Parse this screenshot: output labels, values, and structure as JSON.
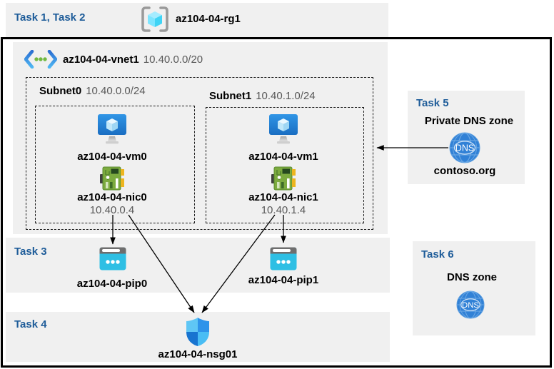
{
  "header": {
    "tasks_label": "Task 1, Task 2",
    "resource_group": "az104-04-rg1"
  },
  "vnet": {
    "name": "az104-04-vnet1",
    "cidr": "10.40.0.0/20",
    "subnets": [
      {
        "name": "Subnet0",
        "cidr": "10.40.0.0/24",
        "vm": "az104-04-vm0",
        "nic": "az104-04-nic0",
        "ip": "10.40.0.4"
      },
      {
        "name": "Subnet1",
        "cidr": "10.40.1.0/24",
        "vm": "az104-04-vm1",
        "nic": "az104-04-nic1",
        "ip": "10.40.1.4"
      }
    ]
  },
  "task3": {
    "label": "Task 3",
    "pips": [
      {
        "name": "az104-04-pip0"
      },
      {
        "name": "az104-04-pip1"
      }
    ]
  },
  "task4": {
    "label": "Task 4",
    "nsg": "az104-04-nsg01"
  },
  "task5": {
    "label": "Task 5",
    "title": "Private DNS zone",
    "zone": "contoso.org",
    "dns_icon_text": "DNS"
  },
  "task6": {
    "label": "Task 6",
    "title": "DNS zone",
    "dns_icon_text": "DNS"
  },
  "colors": {
    "task_label_blue": "#1e5c99",
    "muted_text_gray": "#595959",
    "panel_gray": "#f0f0f0",
    "vm_blue": "#2586d7",
    "nic_green": "#7cab3f",
    "pip_cyan": "#2ebfe4",
    "nsg_blue": "#2e93ea",
    "dns_blue": "#3181d6",
    "vnet_dot_green": "#71b840"
  }
}
